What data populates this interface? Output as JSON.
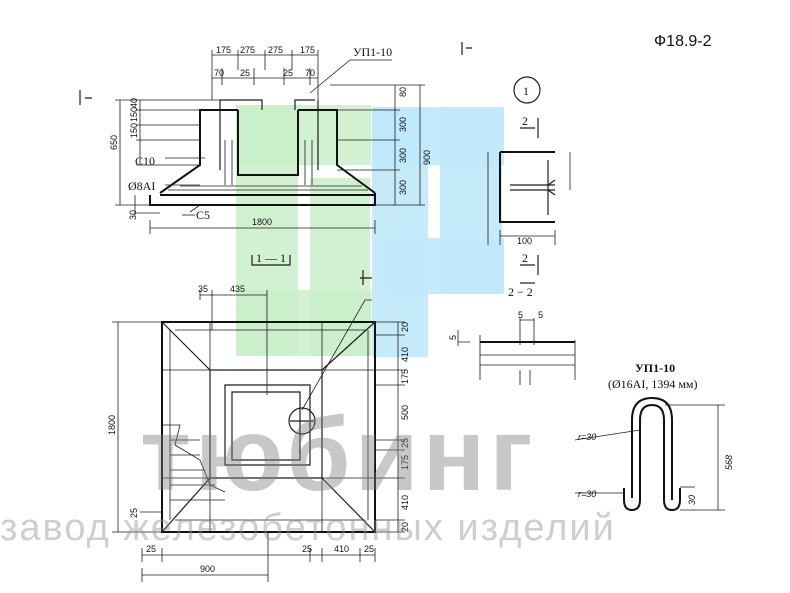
{
  "sheet": {
    "code": "Ф18.9-2"
  },
  "labels": {
    "up_top": "УП1-10",
    "c10": "С10",
    "o8ai": "Ø8АI",
    "c5": "С5",
    "detail_1": "1",
    "section_2_2": "2 − 2",
    "section_2_mark": "2",
    "section_1_mark": "1",
    "section_1_1": "1 — 1",
    "up_detail_title": "УП1-10",
    "up_detail_spec": "(Ø16АI, 1394 мм)"
  },
  "dims": {
    "elev_top": [
      "175",
      "275",
      "275",
      "175"
    ],
    "elev_top2": [
      "70",
      "25",
      "25",
      "70"
    ],
    "elev_left": [
      "650",
      "40",
      "150",
      "150"
    ],
    "elev_right": [
      "80",
      "300",
      "300",
      "300",
      "900"
    ],
    "elev_bottom": "1800",
    "elev_30": "30",
    "sec_width": "100",
    "sec_5a": "5",
    "sec_5b": "5",
    "sec_5c": "5",
    "plan_top": [
      "35",
      "435"
    ],
    "plan_left": "1800",
    "plan_left_25": "25",
    "plan_right": [
      "20",
      "410",
      "175",
      "500",
      "25",
      "175",
      "410",
      "20"
    ],
    "plan_bottom": [
      "25",
      "25",
      "410",
      "25"
    ],
    "plan_900": "900",
    "up_r1": "r=30",
    "up_r2": "r=30",
    "up_h": "568",
    "up_30": "30"
  },
  "watermark": {
    "brand": "тюбинг",
    "tagline": "завод железобетонных изделий",
    "colors": {
      "green": "#c9efc9",
      "blue": "#bfe9fb",
      "gray": "#7c7c7c"
    }
  }
}
